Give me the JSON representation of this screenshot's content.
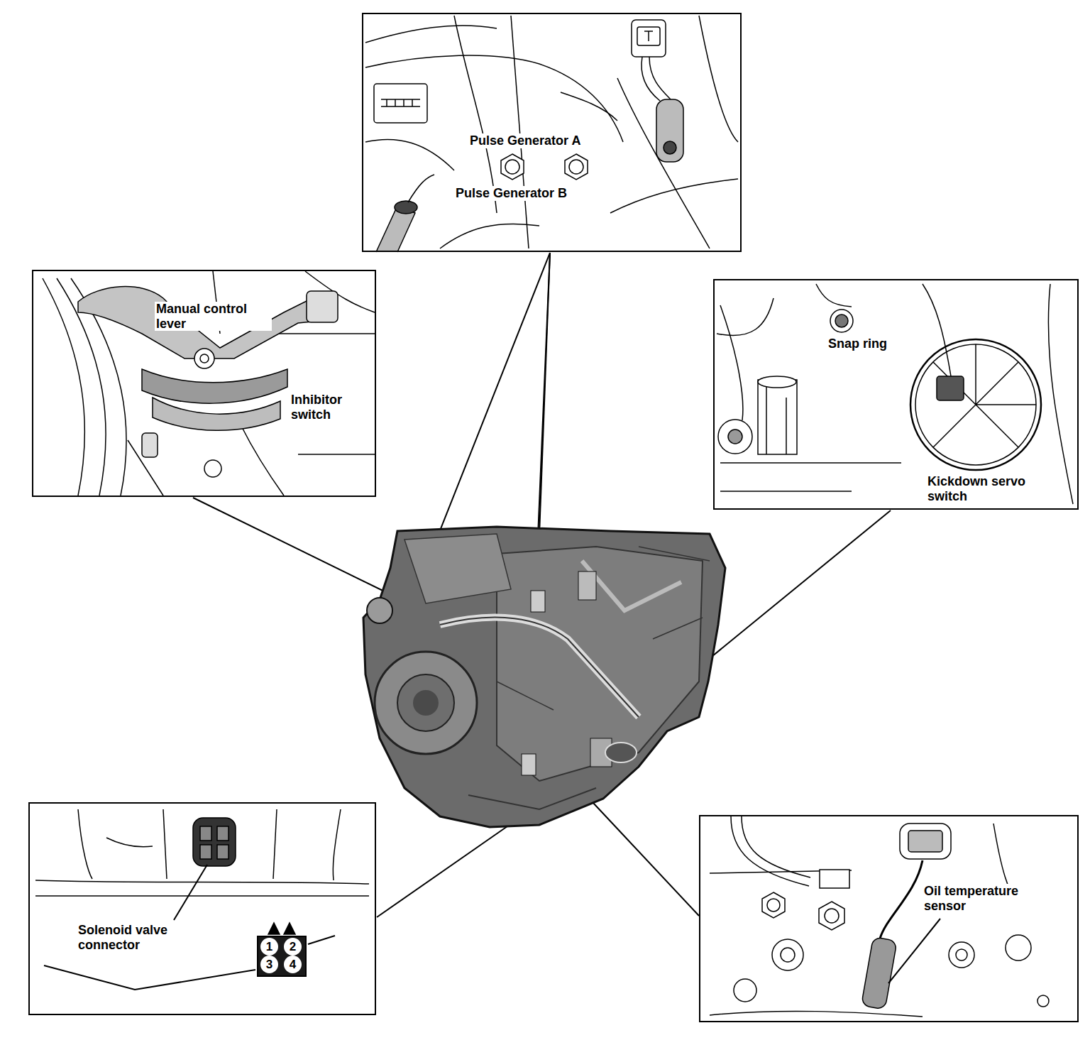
{
  "diagram": {
    "nodes": [
      {
        "text": [
          "Pulse Generator A",
          "Pulse Generator B"
        ]
      },
      {
        "text": [
          "Manual control lever",
          "Inhibitor switch"
        ]
      },
      {
        "text": [
          "Snap ring",
          "Kickdown servo switch"
        ]
      },
      {
        "text": [
          "Solenoid valve connector"
        ]
      },
      {
        "text": [
          "1",
          "2",
          "3",
          "4"
        ],
        "in": 3
      },
      {
        "text": [
          "Oil temperature sensor"
        ]
      }
    ]
  }
}
